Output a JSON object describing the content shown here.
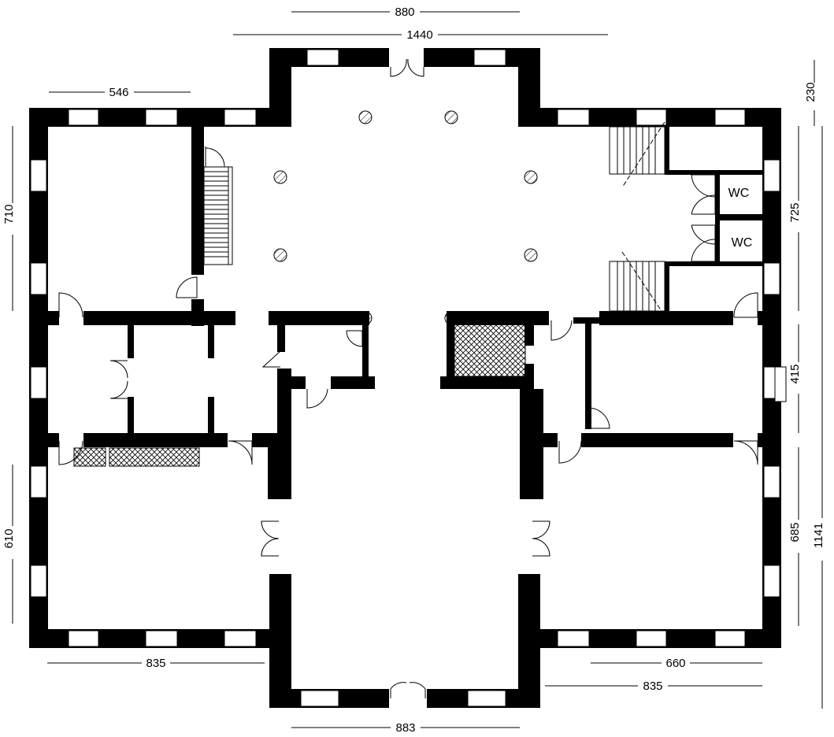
{
  "dimensions": {
    "top_inner": "880",
    "top_outer": "1440",
    "top_left_wing": "546",
    "top_right": "230",
    "left_upper": "710",
    "left_lower": "610",
    "right_upper": "725",
    "right_middle": "415",
    "right_lower": "685",
    "right_total": "1141",
    "bottom_left": "835",
    "bottom_right_inner": "660",
    "bottom_right_outer": "835",
    "bottom_center": "883"
  },
  "rooms": {
    "wc_upper": "WC",
    "wc_lower": "WC"
  },
  "colors": {
    "wall": "#000000",
    "background": "#ffffff"
  }
}
